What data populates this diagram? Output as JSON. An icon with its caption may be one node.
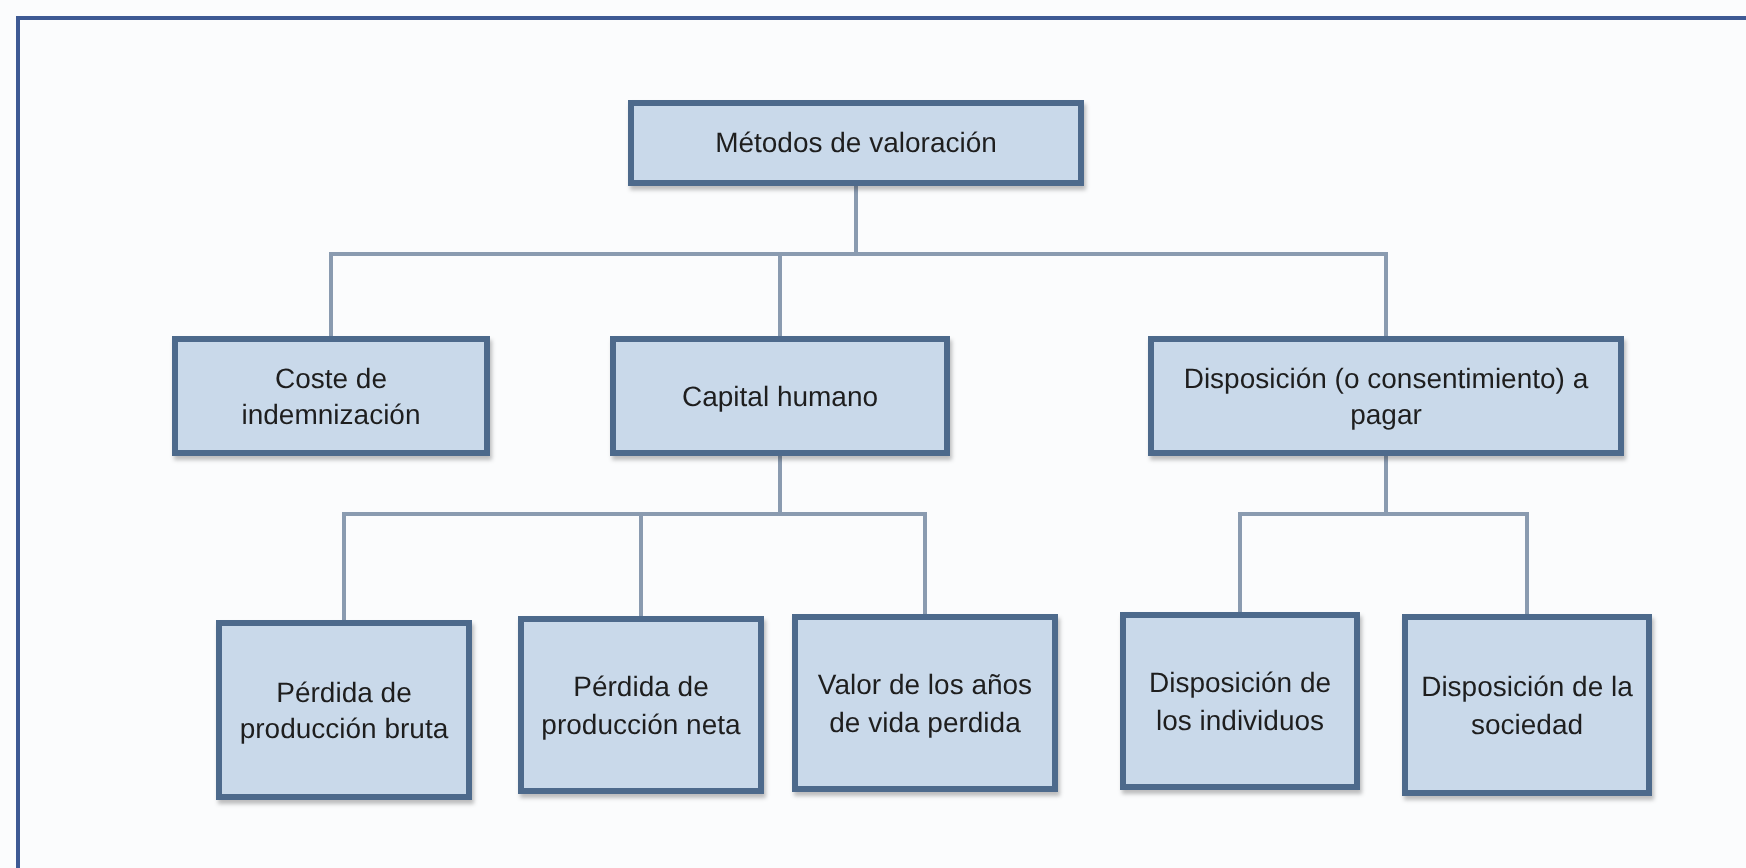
{
  "diagram": {
    "nodes": [
      {
        "text": [
          "Métodos de valoración"
        ]
      },
      {
        "text": [
          "Coste de indemnización"
        ]
      },
      {
        "text": [
          "Capital humano"
        ]
      },
      {
        "text": [
          "Disposición (o consentimiento) a pagar"
        ]
      },
      {
        "text": [
          "Pérdida de producción bruta"
        ]
      },
      {
        "text": [
          "Pérdida de producción neta"
        ]
      },
      {
        "text": [
          "Valor de los años de vida perdida"
        ]
      },
      {
        "text": [
          "Disposición de los individuos"
        ]
      },
      {
        "text": [
          "Disposición de la sociedad"
        ]
      }
    ],
    "edges": [
      {
        "from": 0,
        "to": 1,
        "arrow": "none"
      },
      {
        "from": 0,
        "to": 2,
        "arrow": "none"
      },
      {
        "from": 0,
        "to": 3,
        "arrow": "none"
      },
      {
        "from": 2,
        "to": 4,
        "arrow": "none"
      },
      {
        "from": 2,
        "to": 5,
        "arrow": "none"
      },
      {
        "from": 2,
        "to": 6,
        "arrow": "none"
      },
      {
        "from": 3,
        "to": 7,
        "arrow": "none"
      },
      {
        "from": 3,
        "to": 8,
        "arrow": "none"
      }
    ]
  }
}
